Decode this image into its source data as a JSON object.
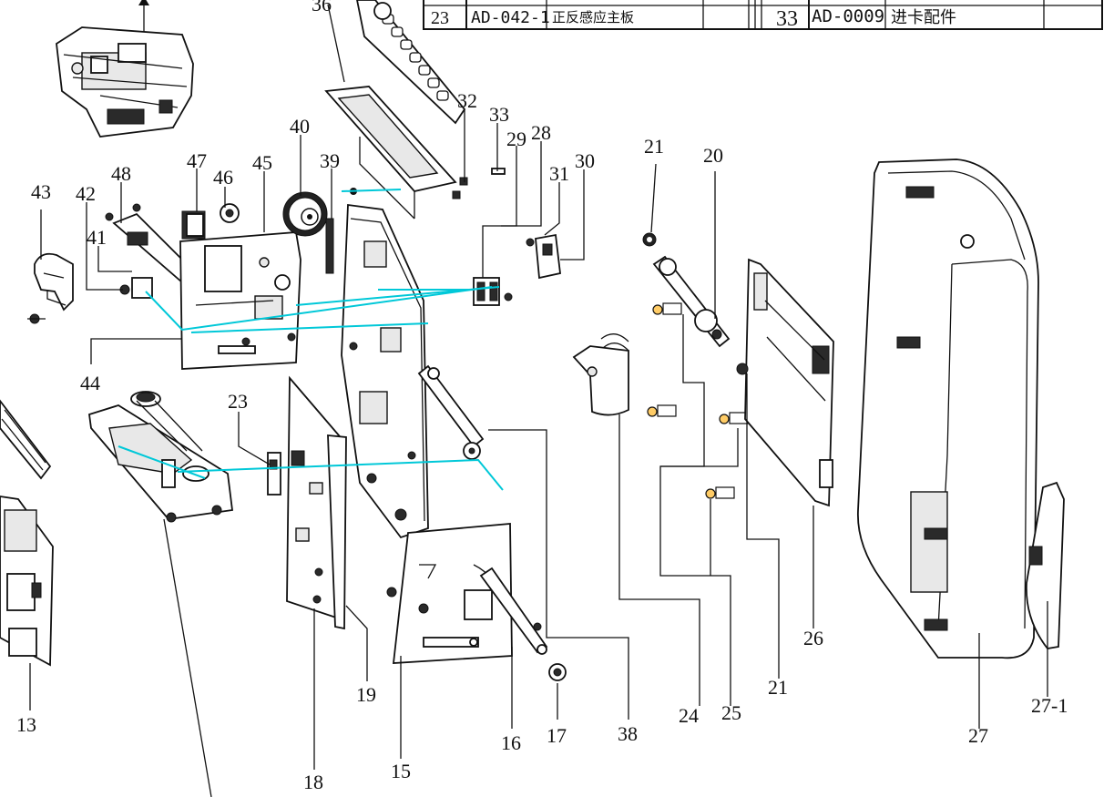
{
  "parts_table": {
    "rows": [
      {
        "no": "23",
        "code": "AD-042-1",
        "name": "正反感应主板"
      },
      {
        "no": "33",
        "code": "AD-0009",
        "name": "进卡配件"
      }
    ]
  },
  "callouts": {
    "c13": "13",
    "c15": "15",
    "c16": "16",
    "c17": "17",
    "c18": "18",
    "c19": "19",
    "c20": "20",
    "c21a": "21",
    "c21b": "21",
    "c23": "23",
    "c24": "24",
    "c25": "25",
    "c26": "26",
    "c27": "27",
    "c27_1": "27-1",
    "c28": "28",
    "c29": "29",
    "c30": "30",
    "c31": "31",
    "c32": "32",
    "c33": "33",
    "c36": "36",
    "c38": "38",
    "c39": "39",
    "c40": "40",
    "c41": "41",
    "c42": "42",
    "c43": "43",
    "c44": "44",
    "c45": "45",
    "c46": "46",
    "c47": "47",
    "c48": "48"
  }
}
